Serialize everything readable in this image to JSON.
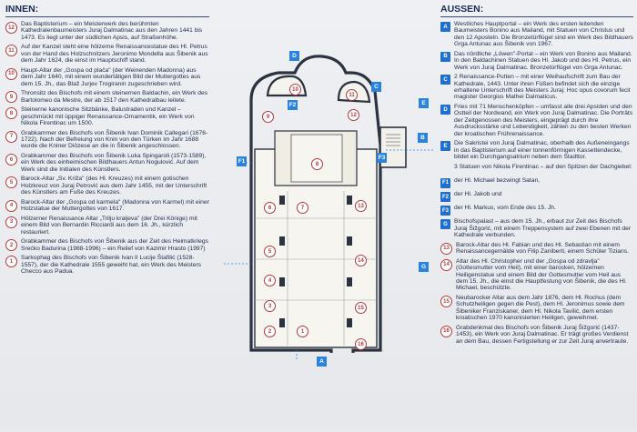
{
  "left_section": {
    "title": "INNEN:",
    "entries": [
      {
        "marker": "12",
        "text": "Das Baptisterium – ein Meisterwerk des berühmten Kathedralenbaumeisters Juraj Dalmatinac aus den Jahren 1441 bis 1473. Es liegt unter der südlichen Apsis, auf Straßenhöhe."
      },
      {
        "marker": "11",
        "text": "Auf der Kanzel steht eine hölzerne Renaissancestatue des Hl. Petrus von der Hand des Holzschnitzers Jeronimo Mondella aus Šibenik aus dem Jahr 1624, die einst im Hauptschiff stand."
      },
      {
        "marker": "10",
        "text": "Haupt-Altar der „Gospa od plača\" (der Weinenden Madonna) aus dem Jahr 1640, mit einem wundertätigen Bild der Muttergottes aus dem 15. Jh., das Blaž Jurjev Trogiranin zugeschrieben wird."
      },
      {
        "marker": "9",
        "text": "Thronsitz des Bischofs mit einem steinernen Baldachin, ein Werk des Bartolomeo da Mestre, der ab 1517 den Kathedralbau leitete."
      },
      {
        "marker": "8",
        "text": "Steinerne kanonische Sitzbänke, Balustraden und Kanzel – geschmückt mit üppiger Renaissance-Ornamentik, ein Werk von Nikola Firentinac um 1500."
      },
      {
        "marker": "7",
        "text": "Grabkammer des Bischofs von Šibenik Ivan Dominik Callegari (1676-1722). Nach der Befreiung von Knin von den Türken im Jahr 1688 wurde die Kniner Diözese an die in Šibenik angeschlossen."
      },
      {
        "marker": "6",
        "text": "Grabkammer des Bischofs von Šibenik Luka Spingaroli (1573-1589), ein Werk des einheimischen Bildhauers Antun Nogulović. Auf dem Werk sind die Initialen des Künstlers."
      },
      {
        "marker": "5",
        "text": "Barock-Altar „Sv. Križa\" (des Hl. Kreuzes) mit einem gotischen Holzkreuz von Juraj Petrović aus dem Jahr 1455, mit der Unterschrift des Künstlers am Fuße des Kreuzes."
      },
      {
        "marker": "4",
        "text": "Barock-Altar der „Gospa od karmela\" (Madonna von Karmel) mit einer Holzstatue der Muttergottes von 1617."
      },
      {
        "marker": "3",
        "text": "Hölzerner Renaissance Altar „Trilju kraljeva\" (der Drei Könige) mit einem Bild von Bernardin Ricciardi aus dem 16. Jh., kürzlich restauriert."
      },
      {
        "marker": "2",
        "text": "Grabkammer des Bischofs von Šibenik aus der Zeit des Heimatkriegs Srećko Badurina (1988-1996) – ein Relief von Kazimir Hrasto (1997)"
      },
      {
        "marker": "1",
        "text": "Sarkophag des Bischofs von Šibenik Ivan II Lucije Štafilić (1528-1557), der die Kathedrale 1555 geweiht hat, ein Werk des Meisters Checco aus Padua."
      }
    ]
  },
  "right_section": {
    "title": "AUSSEN:",
    "entries": [
      {
        "marker": "A",
        "style": "square",
        "text": "Westliches Hauptportal – ein Werk des ersten leitenden Baumeisters Bonino aus Mailand, mit Statuen von Christus und den 12 Aposteln. Die Bronzetürflügel sind ein Werk des Bildhauers Grga Antunac aus Šibenik von 1967."
      },
      {
        "marker": "B",
        "style": "square",
        "text": "Das nördliche „Löwen\"-Portal – ein Werk von Bonino aus Mailand. In den Baldachinen Statuen des Hl. Jakob und des Hl. Petrus, ein Werk von Juraj Dalmatinac. Bronzetürflügel von Grga Antunac."
      },
      {
        "marker": "C",
        "style": "square",
        "text": "2 Renaissance-Putten – mit einer Weihaufschrift zum Bau der Kathedrale, 1443. Unter ihren Füßen befindet sich die einzige erhaltene Unterschrift des Meisters Juraj: Hoc opus covorum fecit magister Georgius Mathei Dalmaticus."
      },
      {
        "marker": "D",
        "style": "square",
        "text": "Fries mit 71 Menschenköpfen – umfasst alle drei Apsiden und den Ostteil der Nordwand, ein Werk von Juraj Dalmatinac. Die Porträts der Zeitgenossen des Meisters, eingeprägt durch ihre Ausdrucksstärke und Lebendigkeit, zählen zu den besten Werken der kroatischen Frührenaissance."
      },
      {
        "marker": "E",
        "style": "square",
        "text": "Die Sakristei von Juraj Dalmatinac, oberhalb des Außeneingangs in das Baptisterium auf einer tonnenförmigen Kassettendecke, bildet ein Durchgangsatrium neben dem Stadttor."
      },
      {
        "marker": "",
        "style": "none",
        "text": "3 Statuen von Nikola Firentinac – auf den Spitzen der Dachgiebel:"
      },
      {
        "marker": "F1",
        "style": "square",
        "text": "der Hl. Michael bezwingt Satan,"
      },
      {
        "marker": "F2",
        "style": "square",
        "text": "der Hl. Jakob und"
      },
      {
        "marker": "F3",
        "style": "square",
        "text": "der Hl. Markus, vom Ende des 15. Jh."
      },
      {
        "marker": "G",
        "style": "square",
        "text": "Bischofspalast – aus dem 15. Jh., erbaut zur Zeit des Bischofs Juraj Šižgorić, mit einem Treppensystem auf zwei Ebenen mit der Kathedrale verbunden."
      },
      {
        "marker": "13",
        "style": "circle",
        "text": "Barock-Altar des Hl. Fabian und des Hl. Sebastian mit einem Renaissancegemälde von Filip Zaniberti, einem Schüler Tizians."
      },
      {
        "marker": "14",
        "style": "circle",
        "text": "Altar des Hl. Christopher und der „Gospa od zdravlja\" (Gottesmutter vom Heil), mit einer barocken, hölzernen Heiligenstatue und einem Bild der Gottesmutter vom Heil aus dem 15. Jh., die einst die Hauptfestung von Šibenik, die des Hl. Michael, beschützte."
      },
      {
        "marker": "15",
        "style": "circle",
        "text": "Neubarocker Altar aus dem Jahr 1876, dem Hl. Rochus (dem Schutzheiligen gegen die Pest), dem Hl. Jeronimus sowie dem Šibeniker Franziskaner, dem Hl. Nikola Tavilić, dem ersten kroatischen 1970 kanonisierten Heiligen, geweihmet."
      },
      {
        "marker": "16",
        "style": "circle",
        "text": "Grabdenkmal des Bischofs von Šibenik Juraj Šižgorić (1437-1453), ein Werk von Juraj Dalmatinac. Er trägt großes Verdienst an dem Bau, dessen Fertigstellung er zur Zeit Juraj anvertraute."
      }
    ]
  },
  "plan_labels": {
    "square": [
      "A",
      "B",
      "C",
      "D",
      "E",
      "F1",
      "F2",
      "F3",
      "G"
    ],
    "circle": [
      "1",
      "2",
      "3",
      "4",
      "5",
      "6",
      "7",
      "8",
      "9",
      "10",
      "11",
      "12",
      "13",
      "14",
      "15",
      "16"
    ]
  }
}
